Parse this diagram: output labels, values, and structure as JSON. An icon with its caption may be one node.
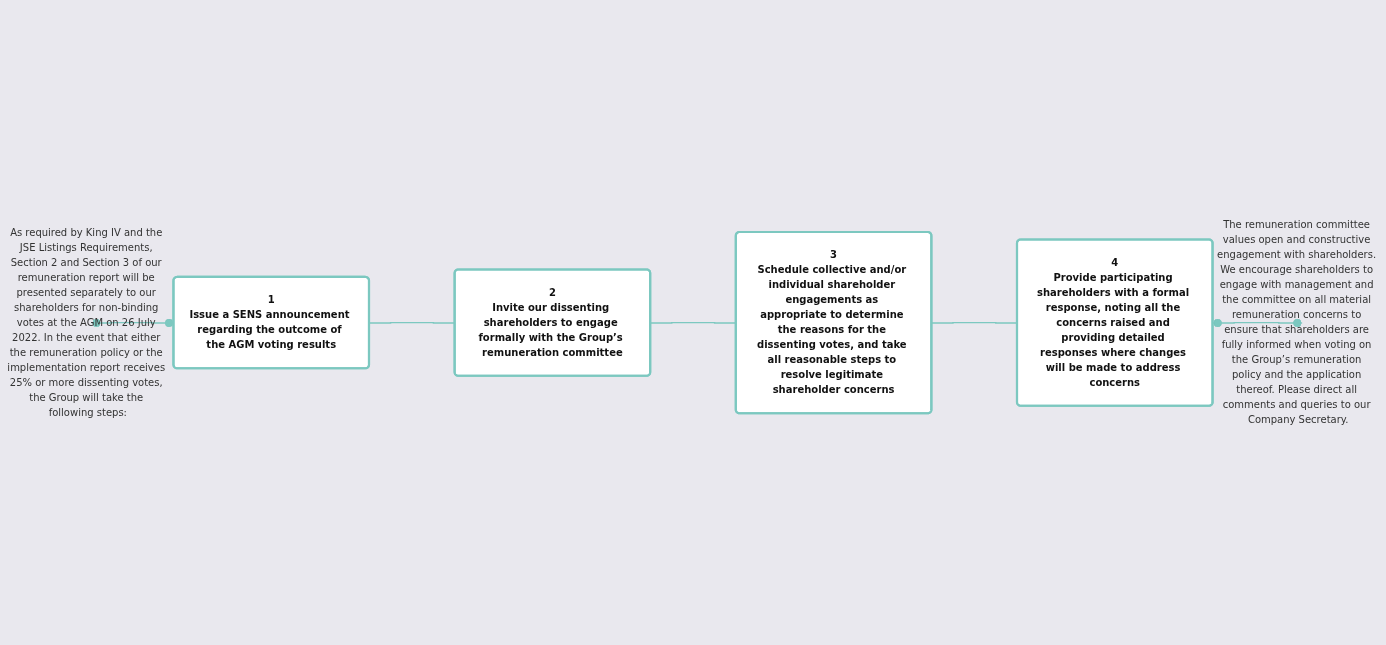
{
  "diagram": {
    "nodes": [
      {
        "text": [
          "As required by King IV and the JSE Listings Requirements, Section 2 and Section 3 of our remuneration report will be presented separately to our shareholders for non-binding votes at the AGM on 26 July 2022. In the event that either the remuneration policy or the implementation report receives 25% or more dissenting votes, the Group will take the following steps:"
        ]
      },
      {
        "text": [
          "1",
          "Issue a SENS announcement regarding the outcome of the AGM voting results"
        ]
      },
      {
        "text": [
          "2",
          "Invite our dissenting shareholders to engage formally with the Group’s remuneration committee"
        ]
      },
      {
        "text": [
          "3",
          "Schedule collective and/or individual shareholder engagements as appropriate to determine the reasons for the dissenting votes, and take all reasonable steps to resolve legitimate shareholder concerns"
        ]
      },
      {
        "text": [
          "4",
          "Provide participating shareholders with a formal response, noting all the concerns raised and providing detailed responses where changes will be made to address concerns"
        ]
      },
      {
        "text": [
          "The remuneration committee values open and constructive engagement with shareholders. We encourage shareholders to engage with management and the committee on all material remuneration concerns to ensure that shareholders are fully informed when voting on the Group’s remuneration policy and the application thereof. Please direct all comments and queries to our Company Secretary."
        ]
      }
    ],
    "edges": [
      {
        "from": 0,
        "to": 1,
        "arrow": "other"
      },
      {
        "from": 1,
        "to": 2,
        "arrow": "none"
      },
      {
        "from": 2,
        "to": 3,
        "arrow": "none"
      },
      {
        "from": 3,
        "to": 4,
        "arrow": "none"
      },
      {
        "from": 4,
        "to": 5,
        "arrow": "other"
      }
    ]
  }
}
